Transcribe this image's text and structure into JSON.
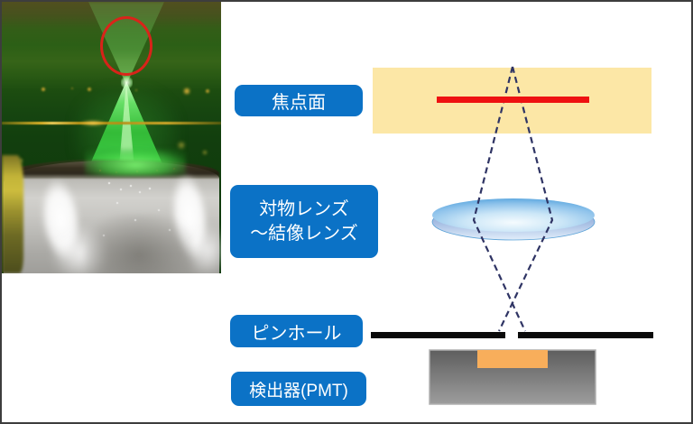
{
  "labels": {
    "focal_plane": "焦点面",
    "objective_lens_line1": "対物レンズ",
    "objective_lens_line2": "〜結像レンズ",
    "pinhole": "ピンホール",
    "detector": "検出器(PMT)"
  },
  "colors": {
    "label_bg": "#0B72C6",
    "label_text": "#FFFFFF",
    "focal_plane_band": "#FCE7A6",
    "focal_plane_line": "#EE1111",
    "ray_dashed": "#2F3464",
    "pinhole_bar": "#0A0A0A",
    "detector_gray_top": "#5E5E5E",
    "detector_gray_bottom": "#9D9D9D",
    "sensor_orange": "#F8AE5B",
    "lens_blue_edge": "#58A5DE",
    "photo_annotation_circle": "#E12019",
    "laser_green": "#3FD24B",
    "frame_border": "#3D3D3D"
  }
}
